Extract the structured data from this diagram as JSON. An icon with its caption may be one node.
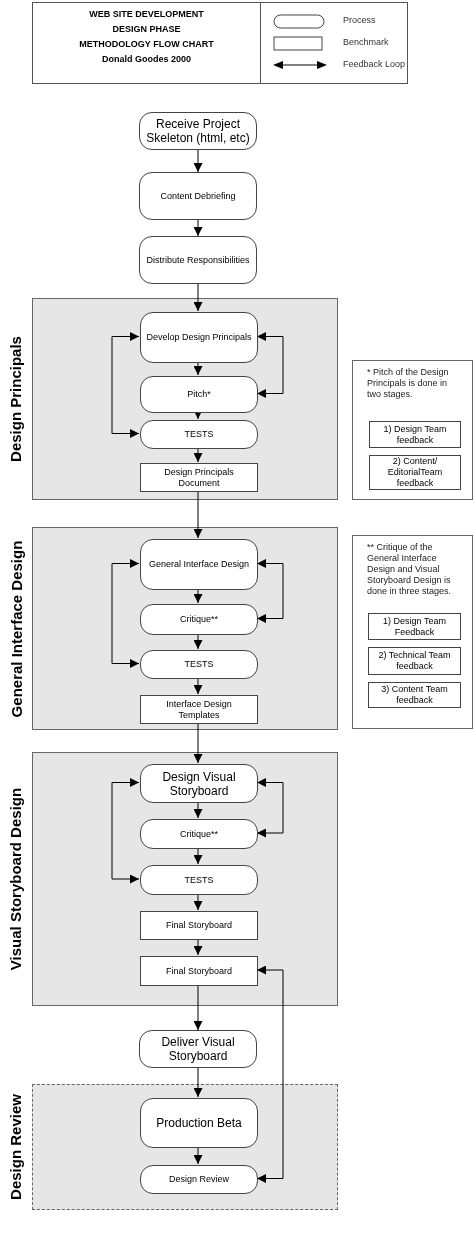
{
  "diagram": {
    "title": "WEB SITE DEVELOPMENT DESIGN PHASE METHODOLOGY FLOW CHART",
    "nodes": [
      {
        "text": [
          "Receive Project Skeleton (html, etc)"
        ]
      },
      {
        "text": [
          "Content Debriefing"
        ]
      },
      {
        "text": [
          "Distribute Responsibilities"
        ]
      },
      {
        "text": [
          "Design Principals"
        ]
      },
      {
        "text": [
          "Develop Design Principals"
        ],
        "in": 3
      },
      {
        "text": [
          "Pitch*"
        ],
        "in": 3
      },
      {
        "text": [
          "TESTS"
        ],
        "in": 3
      },
      {
        "text": [
          "Design Principals Document"
        ],
        "in": 3
      },
      {
        "text": [
          "* Pitch of the Design Principals is done in two stages."
        ]
      },
      {
        "text": [
          "1) Design Team feedback"
        ],
        "in": 8
      },
      {
        "text": [
          "2) Content/ EditorialTeam feedback"
        ],
        "in": 8
      },
      {
        "text": [
          "General Interface Design"
        ]
      },
      {
        "text": [
          "General Interface Design"
        ],
        "in": 11
      },
      {
        "text": [
          "Critique**"
        ],
        "in": 11
      },
      {
        "text": [
          "TESTS"
        ],
        "in": 11
      },
      {
        "text": [
          "Interface Design Templates"
        ],
        "in": 11
      },
      {
        "text": [
          "** Critique of the General Interface Design and Visual Storyboard Design is done in three stages."
        ]
      },
      {
        "text": [
          "1) Design Team Feedback"
        ],
        "in": 16
      },
      {
        "text": [
          "2) Technical Team feedback"
        ],
        "in": 16
      },
      {
        "text": [
          "3) Content Team feedback"
        ],
        "in": 16
      },
      {
        "text": [
          "Visual Storyboard Design"
        ]
      },
      {
        "text": [
          "Design Visual Storyboard"
        ],
        "in": 20
      },
      {
        "text": [
          "Critique**"
        ],
        "in": 20
      },
      {
        "text": [
          "TESTS"
        ],
        "in": 20
      },
      {
        "text": [
          "Final Storyboard"
        ],
        "in": 20
      },
      {
        "text": [
          "Final Storyboard"
        ],
        "in": 20
      },
      {
        "text": [
          "Deliver Visual Storyboard"
        ]
      },
      {
        "text": [
          "Design Review"
        ]
      },
      {
        "text": [
          "Production Beta"
        ],
        "in": 27
      },
      {
        "text": [
          "Design Review"
        ],
        "in": 27
      }
    ],
    "edges": [
      {
        "from": 0,
        "to": 1,
        "arrow": "to"
      },
      {
        "from": 1,
        "to": 2,
        "arrow": "to"
      },
      {
        "from": 2,
        "to": 4,
        "arrow": "to"
      },
      {
        "from": 4,
        "to": 5,
        "arrow": "to"
      },
      {
        "from": 5,
        "to": 6,
        "arrow": "to"
      },
      {
        "from": 6,
        "to": 7,
        "arrow": "to"
      },
      {
        "from": 4,
        "to": 6,
        "arrow": "both"
      },
      {
        "from": 4,
        "to": 5,
        "arrow": "both"
      },
      {
        "from": 7,
        "to": 12,
        "arrow": "to"
      },
      {
        "from": 12,
        "to": 13,
        "arrow": "to"
      },
      {
        "from": 13,
        "to": 14,
        "arrow": "to"
      },
      {
        "from": 14,
        "to": 15,
        "arrow": "to"
      },
      {
        "from": 12,
        "to": 14,
        "arrow": "both"
      },
      {
        "from": 12,
        "to": 13,
        "arrow": "both"
      },
      {
        "from": 15,
        "to": 21,
        "arrow": "to"
      },
      {
        "from": 21,
        "to": 22,
        "arrow": "to"
      },
      {
        "from": 22,
        "to": 23,
        "arrow": "to"
      },
      {
        "from": 23,
        "to": 24,
        "arrow": "to"
      },
      {
        "from": 24,
        "to": 25,
        "arrow": "to"
      },
      {
        "from": 21,
        "to": 23,
        "arrow": "both"
      },
      {
        "from": 21,
        "to": 22,
        "arrow": "both"
      },
      {
        "from": 25,
        "to": 26,
        "arrow": "to"
      },
      {
        "from": 26,
        "to": 28,
        "arrow": "to"
      },
      {
        "from": 28,
        "to": 29,
        "arrow": "to"
      },
      {
        "from": 29,
        "to": 25,
        "arrow": "both"
      }
    ],
    "labels": [
      "Donald Goodes 2000"
    ],
    "legend": [
      {
        "text": "Process"
      },
      {
        "text": "Benchmark"
      },
      {
        "text": "Feedback Loop"
      }
    ]
  }
}
